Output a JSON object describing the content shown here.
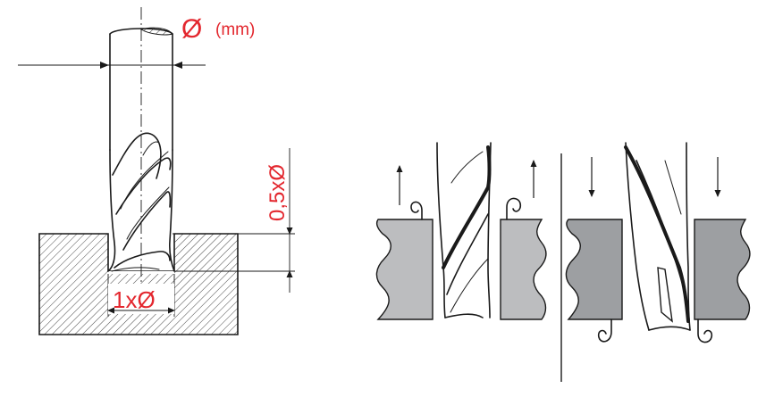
{
  "labels": {
    "diameter_symbol": "Ø",
    "diameter_unit": "(mm)",
    "depth_label": "0,5xØ",
    "width_label": "1xØ"
  },
  "colors": {
    "annotation": "#e3272e",
    "line": "#1a1a1a",
    "wall_light": "#bcbdbf",
    "wall_dark": "#9d9fa2"
  },
  "icons": {
    "arrow_up": "arrow-up-icon",
    "arrow_down": "arrow-down-icon"
  }
}
